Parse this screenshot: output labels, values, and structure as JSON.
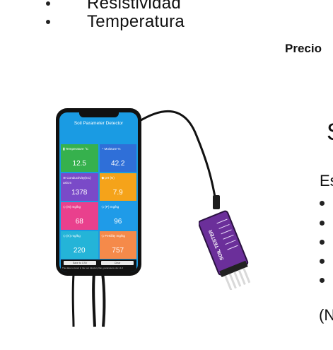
{
  "bullets": [
    "Resistividad",
    "Temperatura"
  ],
  "right_column": {
    "heading": "Precio",
    "big_letter": "S",
    "es_text": "Es",
    "paren_text": "(N"
  },
  "app": {
    "title": "Soil Parameter Detector",
    "tiles": [
      {
        "label": "Temperature °C",
        "value": "12.5",
        "icon": "thermometer-icon",
        "color": "#36b14d"
      },
      {
        "label": "Moisture %",
        "value": "42.2",
        "icon": "droplet-icon",
        "color": "#2f6fd8"
      },
      {
        "label": "Conductivity(EC) us/cm",
        "value": "1378",
        "icon": "conductivity-icon",
        "color": "#7a4ac8"
      },
      {
        "label": "pH (N)",
        "value": "7.9",
        "icon": "ph-icon",
        "color": "#f5a31a"
      },
      {
        "label": "(N) mg/kg",
        "value": "68",
        "icon": "nitrogen-icon",
        "color": "#e9408d"
      },
      {
        "label": "(P) mg/kg",
        "value": "96",
        "icon": "phosphorus-icon",
        "color": "#1f9be8"
      },
      {
        "label": "(K) mg/kg",
        "value": "220",
        "icon": "potassium-icon",
        "color": "#24b4d8"
      },
      {
        "label": "Fertility mg/kg",
        "value": "757",
        "icon": "fertility-icon",
        "color": "#f58a4a"
      }
    ],
    "buttons": [
      "Save to CSV",
      "Clear"
    ],
    "note": "The data is stored in the root directory files_parameters.xlsx      v1.0"
  },
  "device": {
    "label": "SOIL TESTER",
    "color": "#6b2f9a"
  }
}
